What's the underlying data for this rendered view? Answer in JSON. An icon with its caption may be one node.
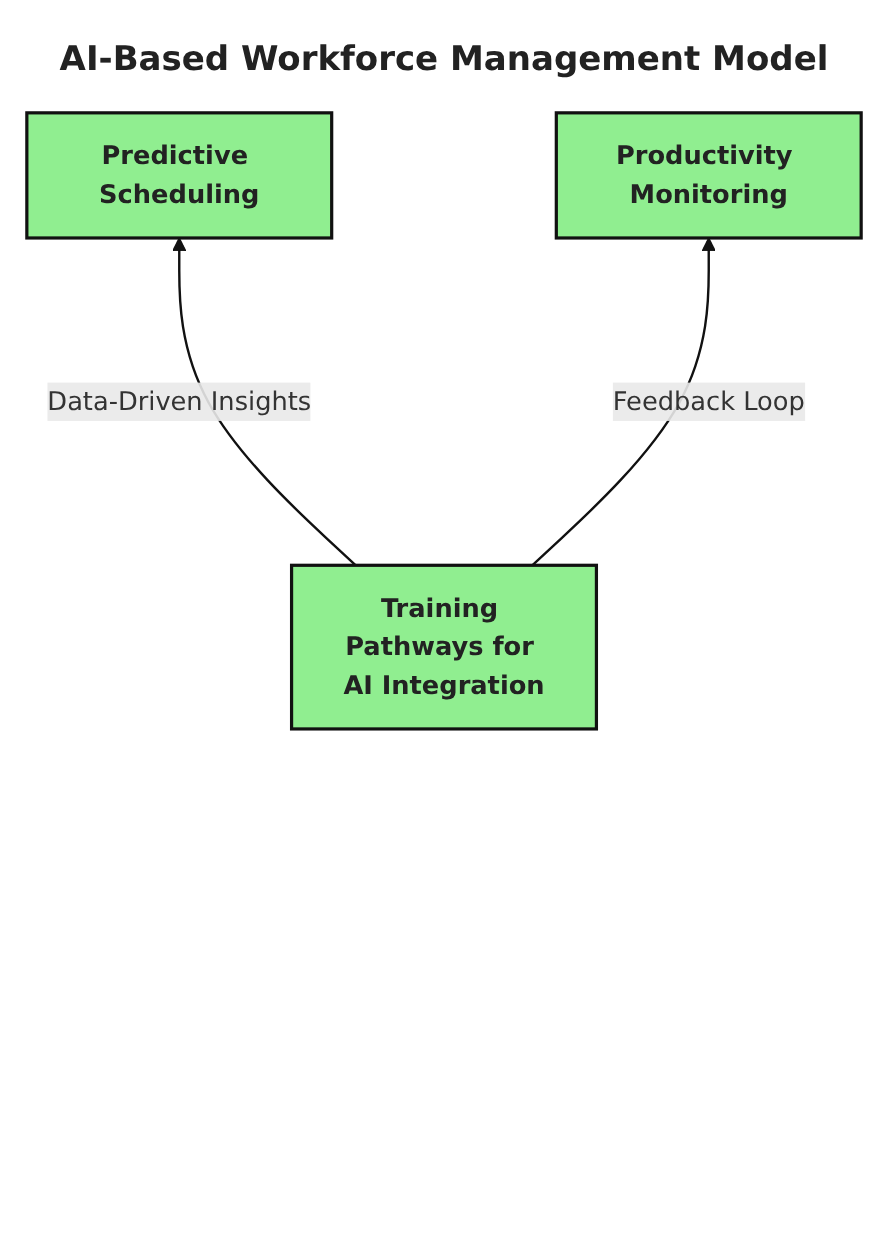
{
  "diagram": {
    "title": "AI-Based Workforce Management Model",
    "nodes": [
      {
        "text": [
          "Predictive Scheduling"
        ]
      },
      {
        "text": [
          "Productivity Monitoring"
        ]
      },
      {
        "text": [
          "Training Pathways for AI Integration"
        ]
      }
    ],
    "edges": [
      {
        "from": 2,
        "to": 0,
        "label": "Data-Driven Insights",
        "arrow": "to"
      },
      {
        "from": 2,
        "to": 1,
        "label": "Feedback Loop",
        "arrow": "to"
      }
    ]
  }
}
